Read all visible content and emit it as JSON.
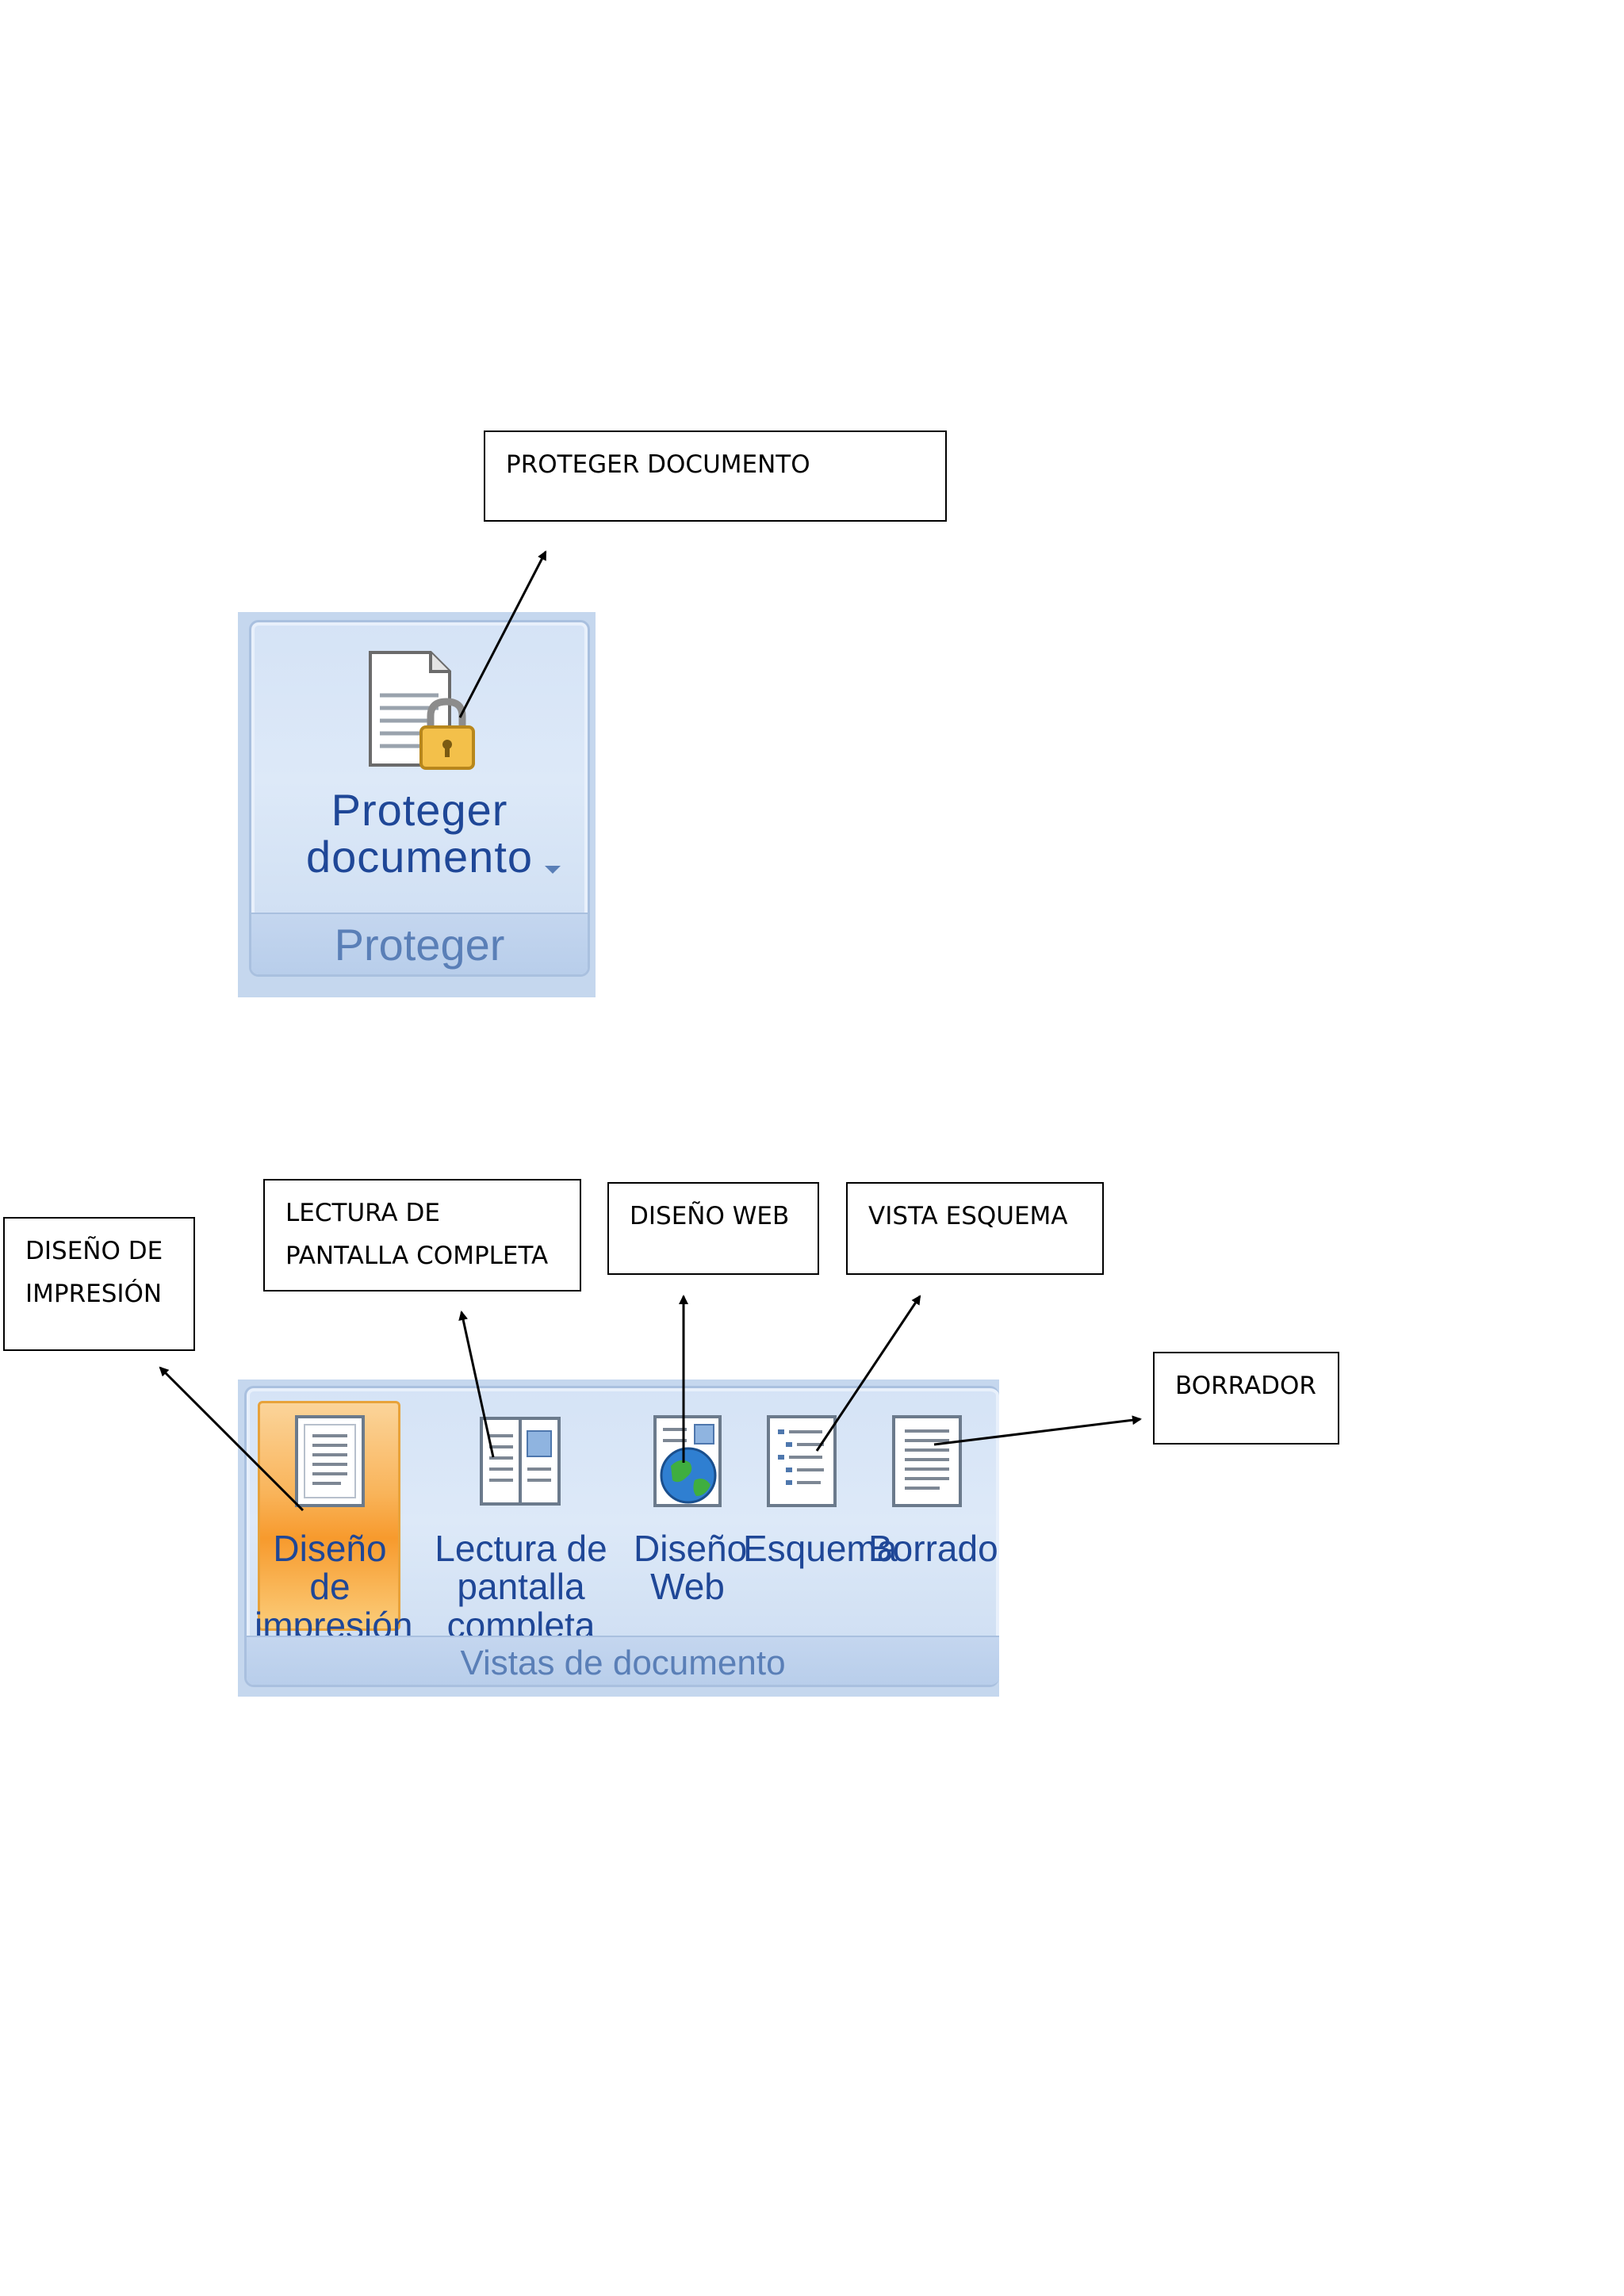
{
  "callouts": {
    "proteger_documento": "PROTEGER DOCUMENTO",
    "diseno_impresion": "DISEÑO DE\nIMPRESIÓN",
    "lectura_pantalla": "LECTURA DE\nPANTALLA COMPLETA",
    "diseno_web": "DISEÑO WEB",
    "vista_esquema": "VISTA ESQUEMA",
    "borrador": "BORRADOR"
  },
  "protect_group": {
    "button_label": "Proteger\ndocumento",
    "group_label": "Proteger",
    "icon": "document-lock-icon"
  },
  "views_group": {
    "group_label": "Vistas de documento",
    "buttons": [
      {
        "label": "Diseño de\nimpresión",
        "icon": "print-layout-icon",
        "active": true
      },
      {
        "label": "Lectura de\npantalla completa",
        "icon": "full-screen-reading-icon",
        "active": false
      },
      {
        "label": "Diseño\nWeb",
        "icon": "web-layout-icon",
        "active": false
      },
      {
        "label": "Esquema",
        "icon": "outline-icon",
        "active": false
      },
      {
        "label": "Borrador",
        "icon": "draft-icon",
        "active": false
      }
    ]
  },
  "colors": {
    "ribbon_text": "#1f4797",
    "group_label": "#5a7fb7",
    "active_button": "#f79a2d"
  }
}
